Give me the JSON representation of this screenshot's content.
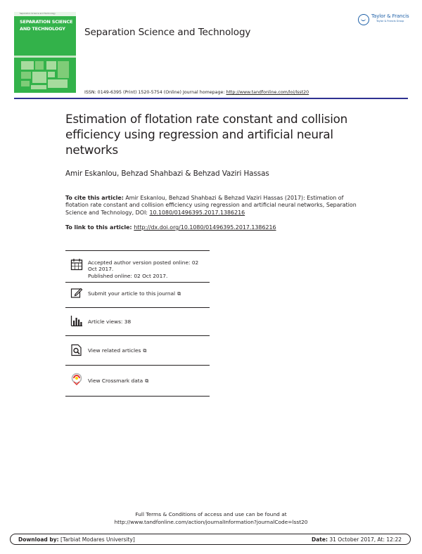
{
  "cover": {
    "top_strip": "Separation Science and Technology",
    "title_line1": "SEPARATION SCIENCE",
    "title_line2": "AND TECHNOLOGY"
  },
  "header": {
    "journal_name": "Separation Science and Technology",
    "issn_text": "ISSN: 0149-6395 (Print) 1520-5754 (Online) Journal homepage: ",
    "homepage_url": "http://www.tandfonline.com/loi/lsst20",
    "publisher_logo": "Taylor & Francis",
    "publisher_group": "Taylor & Francis Group"
  },
  "article": {
    "title": "Estimation of flotation rate constant and collision efficiency using regression and artificial neural networks",
    "authors": "Amir Eskanlou, Behzad Shahbazi & Behzad Vaziri Hassas"
  },
  "citation": {
    "label": "To cite this article:",
    "text": " Amir Eskanlou, Behzad Shahbazi & Behzad Vaziri Hassas (2017): Estimation of flotation rate constant and collision efficiency using regression and artificial neural networks, Separation Science and Technology, DOI: ",
    "doi": "10.1080/01496395.2017.1386216",
    "link_label": "To link to this article: ",
    "link_url": "http://dx.doi.org/10.1080/01496395.2017.1386216"
  },
  "info": {
    "accepted_line1": "Accepted author version posted online: 02",
    "accepted_line2": "Oct 2017.",
    "published": "Published online: 02 Oct 2017.",
    "submit": "Submit your article to this journal",
    "views": "Article views: 38",
    "related": "View related articles",
    "crossmark": "View Crossmark data",
    "external_icon": "external-link-icon"
  },
  "footer": {
    "terms_line1": "Full Terms & Conditions of access and use can be found at",
    "terms_line2": "http://www.tandfonline.com/action/journalInformation?journalCode=lsst20",
    "downloaded_label": "Download by:",
    "downloaded_value": " [Tarbiat Modares University]",
    "date_label": "Date:",
    "date_value": " 31 October 2017, At: 12:22"
  },
  "colors": {
    "rule": "#2e3192",
    "cover_green": "#33b24a",
    "logo_blue": "#1d5fa7",
    "text": "#231f20"
  }
}
